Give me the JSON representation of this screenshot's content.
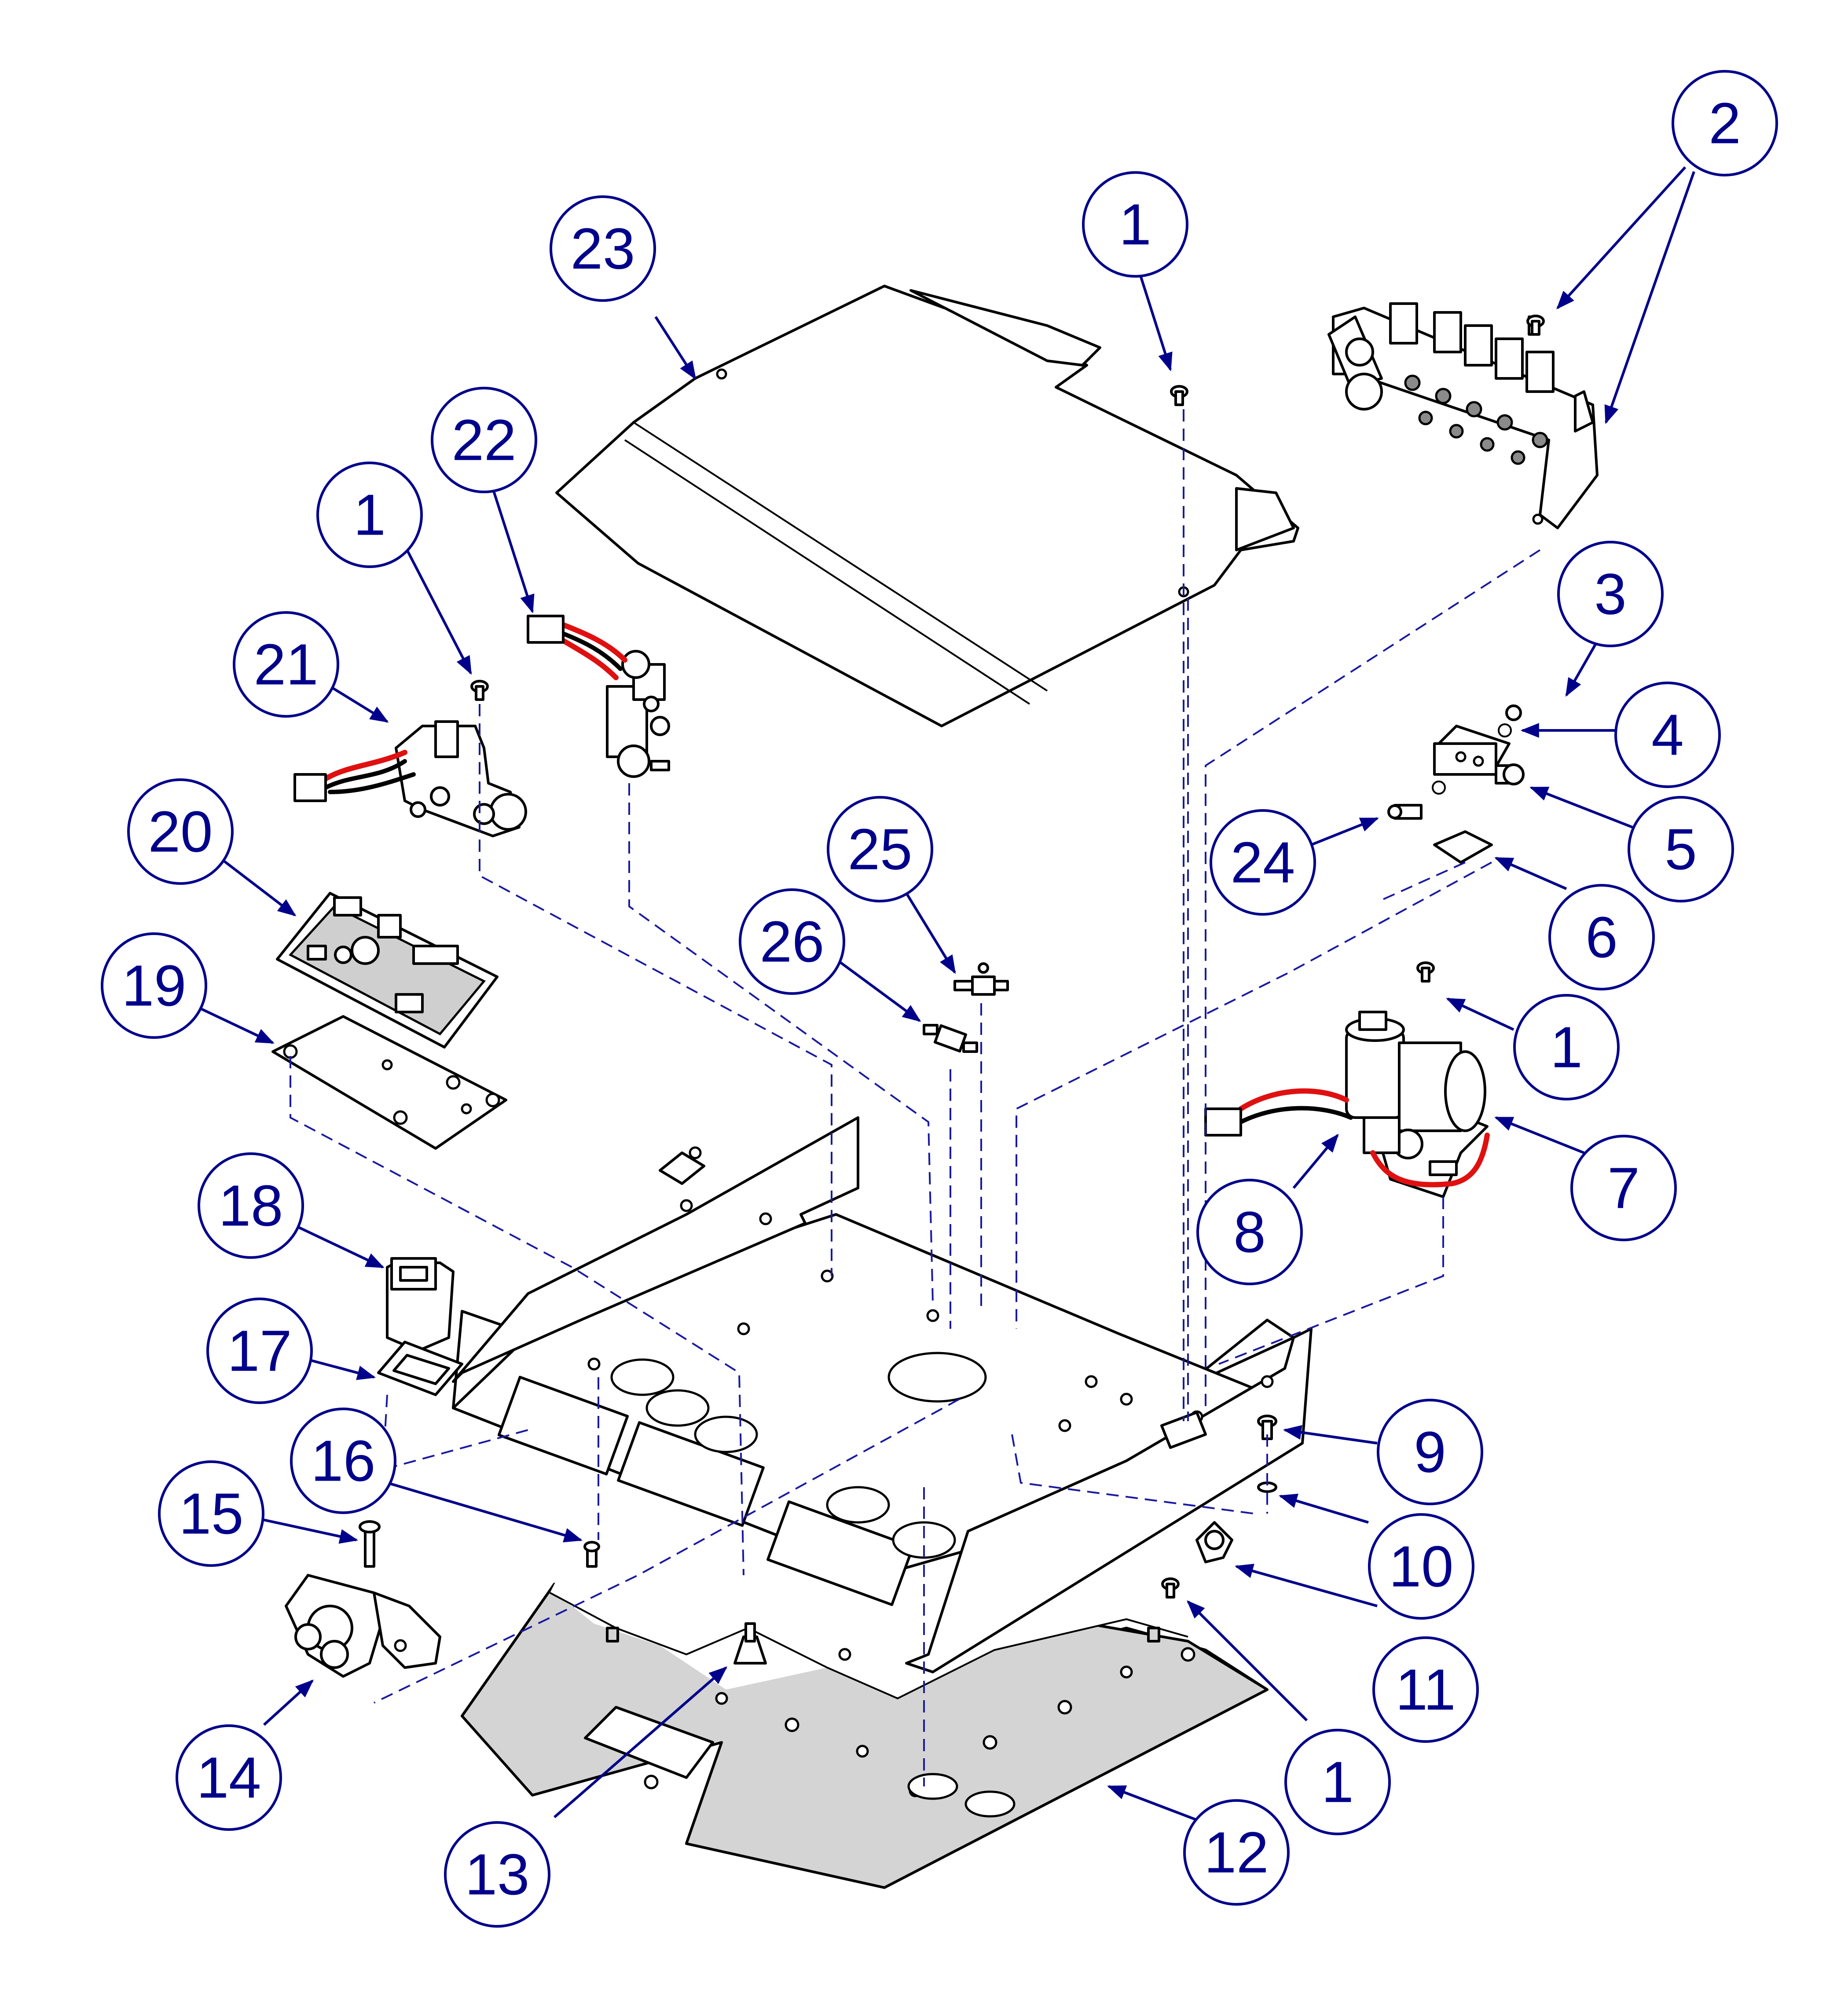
{
  "colors": {
    "callout": "#00008b",
    "dashed_guides": "#1a1aa0",
    "wire_red": "#e01010",
    "plate_shade": "#d4d4d4"
  },
  "callouts": [
    {
      "id": "c1a",
      "label": "1"
    },
    {
      "id": "c2",
      "label": "2"
    },
    {
      "id": "c23",
      "label": "23"
    },
    {
      "id": "c22",
      "label": "22"
    },
    {
      "id": "c1b",
      "label": "1"
    },
    {
      "id": "c21",
      "label": "21"
    },
    {
      "id": "c3",
      "label": "3"
    },
    {
      "id": "c4",
      "label": "4"
    },
    {
      "id": "c5",
      "label": "5"
    },
    {
      "id": "c24",
      "label": "24"
    },
    {
      "id": "c6",
      "label": "6"
    },
    {
      "id": "c20",
      "label": "20"
    },
    {
      "id": "c25",
      "label": "25"
    },
    {
      "id": "c26",
      "label": "26"
    },
    {
      "id": "c19",
      "label": "19"
    },
    {
      "id": "c1c",
      "label": "1"
    },
    {
      "id": "c7",
      "label": "7"
    },
    {
      "id": "c8",
      "label": "8"
    },
    {
      "id": "c18",
      "label": "18"
    },
    {
      "id": "c17",
      "label": "17"
    },
    {
      "id": "c9",
      "label": "9"
    },
    {
      "id": "c16",
      "label": "16"
    },
    {
      "id": "c10",
      "label": "10"
    },
    {
      "id": "c15",
      "label": "15"
    },
    {
      "id": "c11",
      "label": "11"
    },
    {
      "id": "c14",
      "label": "14"
    },
    {
      "id": "c1d",
      "label": "1"
    },
    {
      "id": "c13",
      "label": "13"
    },
    {
      "id": "c12",
      "label": "12"
    }
  ]
}
